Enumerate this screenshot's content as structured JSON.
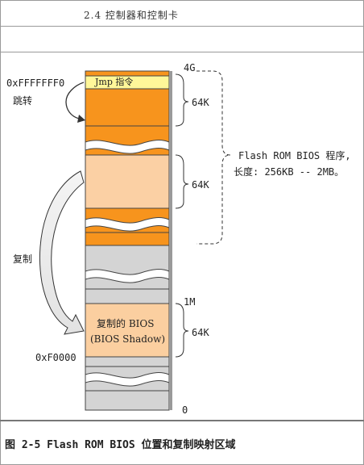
{
  "header": {
    "title": "2.4 控制器和控制卡"
  },
  "figure": {
    "caption": "图 2-5 Flash ROM BIOS 位置和复制映射区域",
    "memory_labels": {
      "top": "4G",
      "one_mb": "1M",
      "zero": "0"
    },
    "addresses": {
      "reset_vector": "0xFFFFFFF0",
      "shadow_start": "0xF0000"
    },
    "sizes": {
      "upper_block": "64K",
      "middle_block": "64K",
      "shadow_block": "64K"
    },
    "jump_label": "跳转",
    "copy_label": "复制",
    "jmp_instruction": "Jmp 指令",
    "flash_desc_line1": "Flash ROM BIOS 程序,",
    "flash_desc_line2": "长度: 256KB -- 2MB。",
    "shadow_line1": "复制的 BIOS",
    "shadow_line2": "(BIOS Shadow)",
    "colors": {
      "flash": "#f7941d",
      "flash_light": "#fbd0a4",
      "jmp": "#fff799",
      "gray": "#d4d4d4",
      "shadow": "#fbcfa0"
    }
  }
}
